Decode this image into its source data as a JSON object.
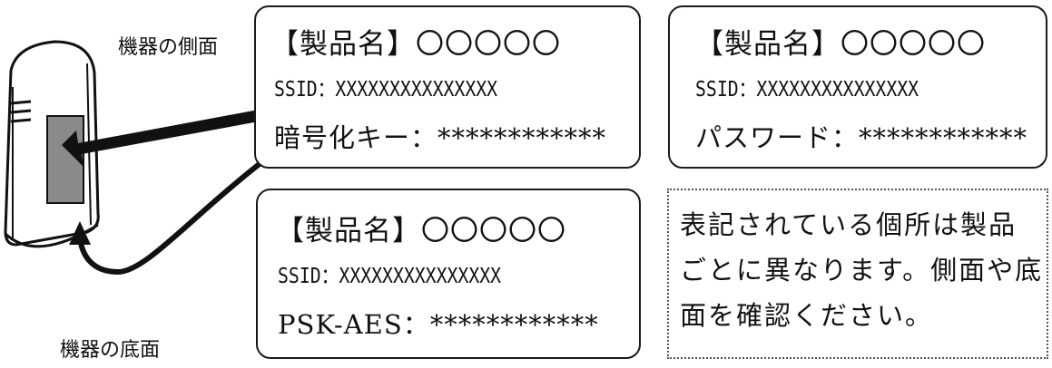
{
  "labels": {
    "side": "機器の側面",
    "bottom": "機器の底面"
  },
  "box_side": {
    "product": "【製品名】〇〇〇〇〇",
    "ssid": "SSID：XXXXXXXXXXXXXXX",
    "key": "暗号化キー：************"
  },
  "box_top_right": {
    "product": "【製品名】〇〇〇〇〇",
    "ssid": "SSID：XXXXXXXXXXXXXXX",
    "key": "パスワード：************"
  },
  "box_bottom": {
    "product": "【製品名】〇〇〇〇〇",
    "ssid": "SSID：XXXXXXXXXXXXXXX",
    "key": "PSK-AES：************"
  },
  "note": {
    "lines": [
      "表記されている個所は製品",
      "ごとに異なります。側面や底",
      "面を確認ください。"
    ]
  }
}
